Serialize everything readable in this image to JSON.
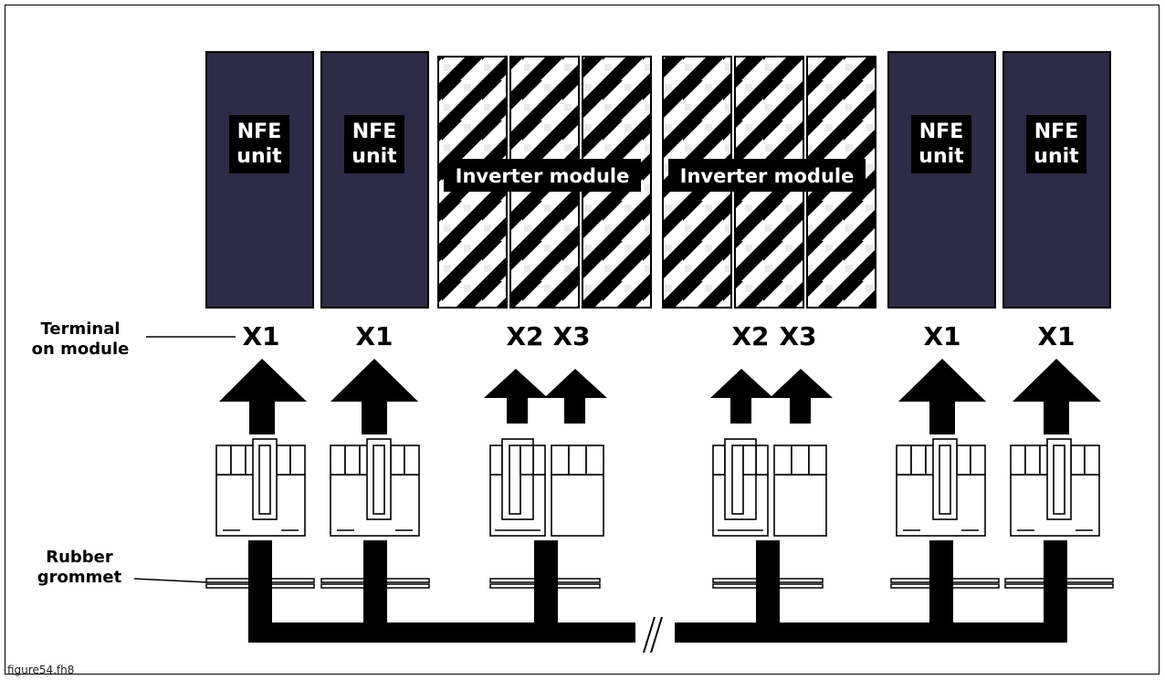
{
  "labels": {
    "terminal_line1": "Terminal",
    "terminal_line2": "on module",
    "grommet_line1": "Rubber",
    "grommet_line2": "grommet",
    "caption": "figure54.fh8"
  },
  "units": {
    "nfe_line1": "NFE",
    "nfe_line2": "unit",
    "inverter": "Inverter module"
  },
  "terminals": {
    "t1": "X1",
    "t2": "X1",
    "t3": "X2",
    "t4": "X3",
    "t5": "X2",
    "t6": "X3",
    "t7": "X1",
    "t8": "X1"
  },
  "colors": {
    "nfe_fill": "#2d2b45",
    "pattern_black": "#000000",
    "pattern_white": "#ffffff",
    "pattern_grey": "#f0f0f0"
  }
}
